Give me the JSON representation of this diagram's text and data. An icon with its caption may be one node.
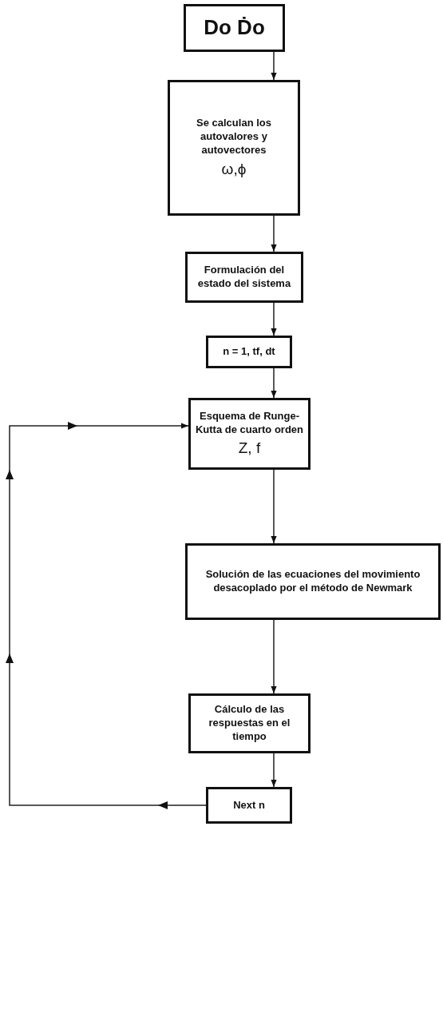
{
  "diagram": {
    "nodes": [
      {
        "text": [
          "Do Ḋo"
        ]
      },
      {
        "text": [
          "Se calculan los autovalores y autovectores",
          "ω,ϕ"
        ]
      },
      {
        "text": [
          "Formulación del estado del sistema"
        ]
      },
      {
        "text": [
          "n = 1, tf, dt"
        ]
      },
      {
        "text": [
          "Esquema de Runge-Kutta de cuarto orden",
          "Z, f"
        ]
      },
      {
        "text": [
          "Solución de las ecuaciones del movimiento desacoplado por el método de Newmark"
        ]
      },
      {
        "text": [
          "Cálculo de las respuestas en el tiempo"
        ]
      },
      {
        "text": [
          "Next n"
        ]
      }
    ],
    "edges": [
      {
        "from": 0,
        "to": 1,
        "arrow": "to"
      },
      {
        "from": 1,
        "to": 2,
        "arrow": "to"
      },
      {
        "from": 2,
        "to": 3,
        "arrow": "to"
      },
      {
        "from": 3,
        "to": 4,
        "arrow": "to"
      },
      {
        "from": 4,
        "to": 5,
        "arrow": "to"
      },
      {
        "from": 5,
        "to": 6,
        "arrow": "to"
      },
      {
        "from": 6,
        "to": 7,
        "arrow": "to"
      },
      {
        "from": 7,
        "to": 4,
        "arrow": "to"
      }
    ]
  }
}
